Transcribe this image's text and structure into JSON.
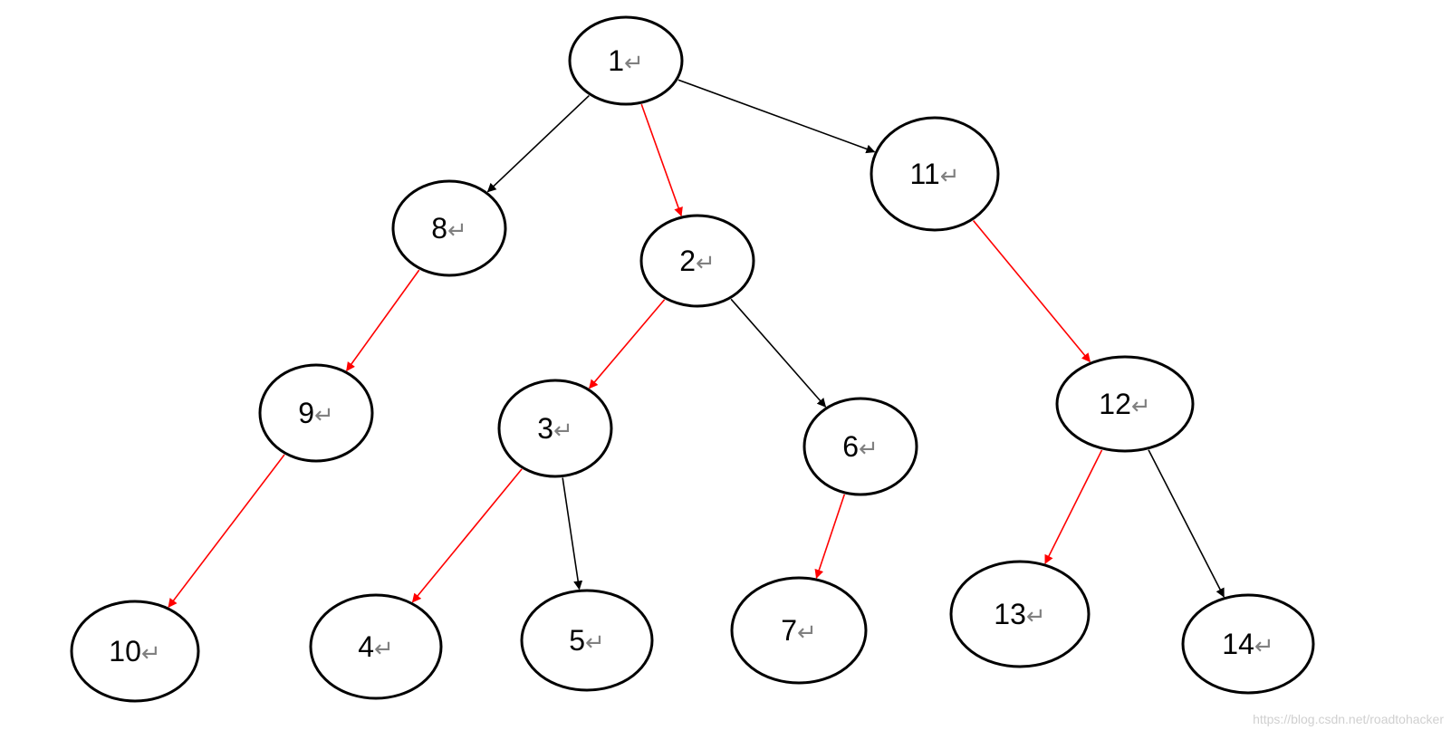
{
  "colors": {
    "black_edge": "#000000",
    "red_edge": "#ff0000",
    "node_stroke": "#000000",
    "mark": "#808080",
    "watermark": "#d0d0d0"
  },
  "paragraph_mark": "↵",
  "nodes": [
    {
      "id": "1",
      "label": "1"
    },
    {
      "id": "8",
      "label": "8"
    },
    {
      "id": "2",
      "label": "2"
    },
    {
      "id": "11",
      "label": "11"
    },
    {
      "id": "9",
      "label": "9"
    },
    {
      "id": "3",
      "label": "3"
    },
    {
      "id": "6",
      "label": "6"
    },
    {
      "id": "12",
      "label": "12"
    },
    {
      "id": "10",
      "label": "10"
    },
    {
      "id": "4",
      "label": "4"
    },
    {
      "id": "5",
      "label": "5"
    },
    {
      "id": "7",
      "label": "7"
    },
    {
      "id": "13",
      "label": "13"
    },
    {
      "id": "14",
      "label": "14"
    }
  ],
  "edges": [
    {
      "from": "1",
      "to": "8",
      "color": "black"
    },
    {
      "from": "1",
      "to": "2",
      "color": "red"
    },
    {
      "from": "1",
      "to": "11",
      "color": "black"
    },
    {
      "from": "8",
      "to": "9",
      "color": "red"
    },
    {
      "from": "9",
      "to": "10",
      "color": "red"
    },
    {
      "from": "2",
      "to": "3",
      "color": "red"
    },
    {
      "from": "2",
      "to": "6",
      "color": "black"
    },
    {
      "from": "3",
      "to": "4",
      "color": "red"
    },
    {
      "from": "3",
      "to": "5",
      "color": "black"
    },
    {
      "from": "6",
      "to": "7",
      "color": "red"
    },
    {
      "from": "11",
      "to": "12",
      "color": "red"
    },
    {
      "from": "12",
      "to": "13",
      "color": "red"
    },
    {
      "from": "12",
      "to": "14",
      "color": "black"
    }
  ],
  "watermark": "https://blog.csdn.net/roadtohacker"
}
